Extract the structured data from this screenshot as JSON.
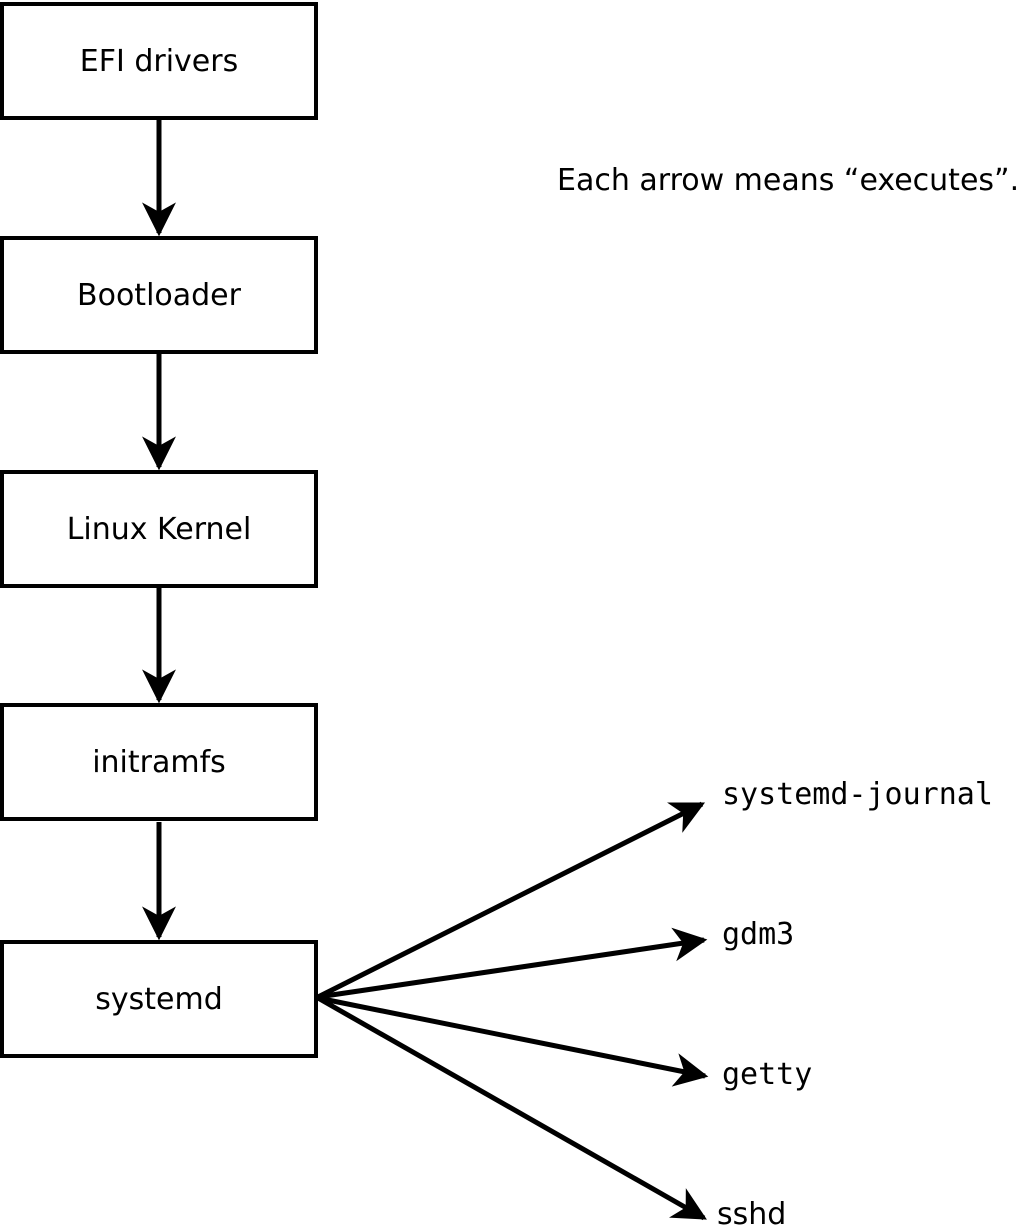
{
  "note": {
    "text": "Each arrow means “executes”."
  },
  "flow": {
    "boxes": [
      {
        "label": "EFI drivers"
      },
      {
        "label": "Bootloader"
      },
      {
        "label": "Linux Kernel"
      },
      {
        "label": "initramfs"
      },
      {
        "label": "systemd"
      }
    ]
  },
  "spawned": [
    {
      "label": "systemd-journal"
    },
    {
      "label": "gdm3"
    },
    {
      "label": "getty"
    },
    {
      "label": "sshd"
    }
  ],
  "colors": {
    "stroke": "#000000",
    "box_fill": "#ffffff",
    "text": "#000000",
    "background": "#ffffff"
  }
}
